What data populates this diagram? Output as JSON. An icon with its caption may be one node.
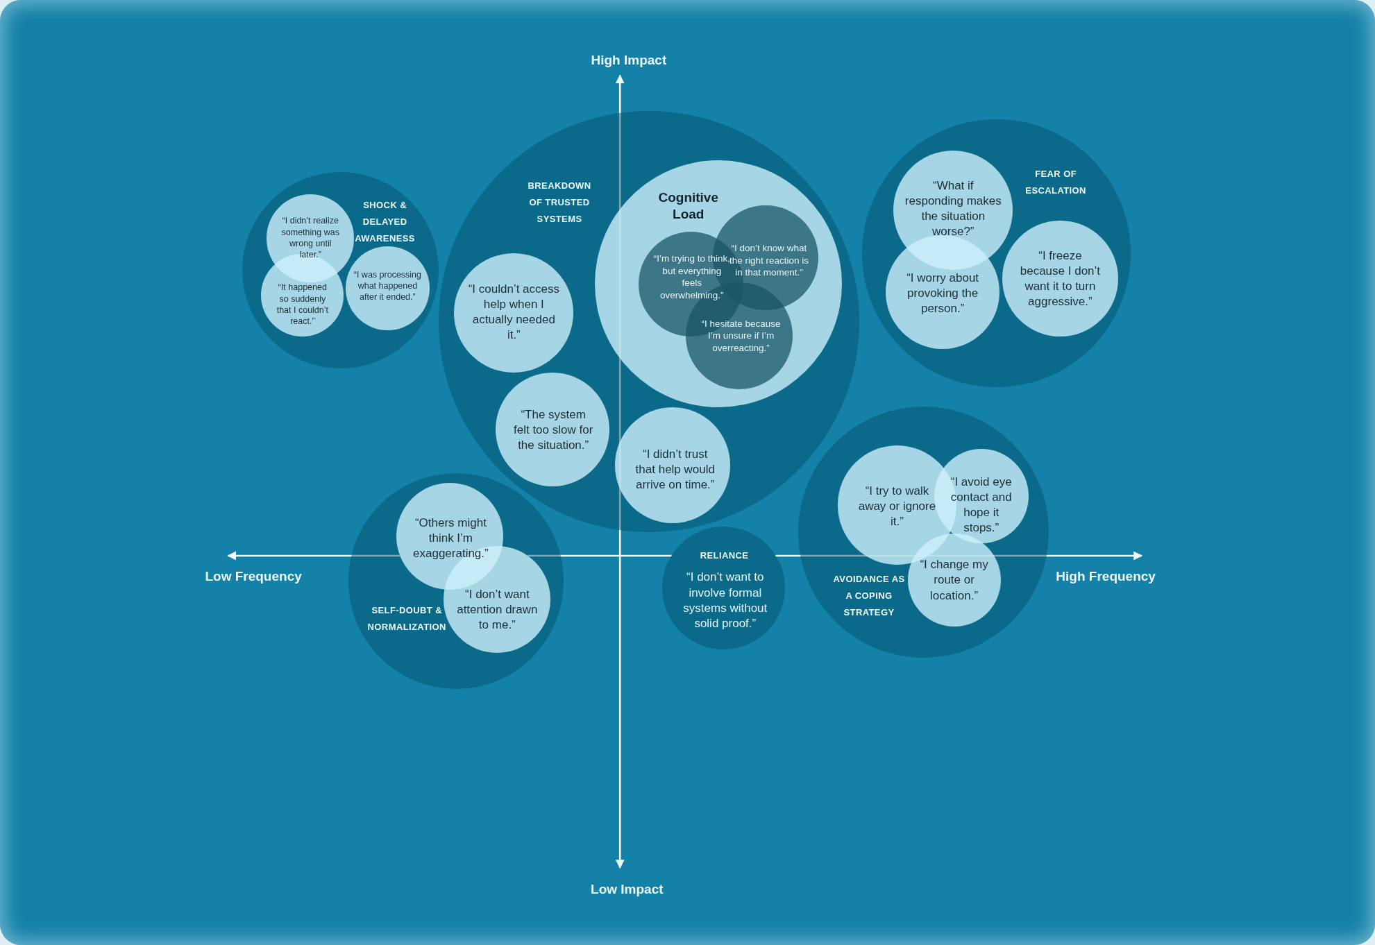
{
  "diagram": {
    "nodes": [
      {
        "text": [
          "SHOCK & DELAYED AWARENESS"
        ]
      },
      {
        "text": [
          "“I didn’t realize something was wrong until later.”"
        ],
        "in": 0
      },
      {
        "text": [
          "“It happened so suddenly that I couldn’t react.”"
        ],
        "in": 0
      },
      {
        "text": [
          "“I was processing what happened after it ended.”"
        ],
        "in": 0
      },
      {
        "text": [
          "BREAKDOWN OF TRUSTED SYSTEMS"
        ]
      },
      {
        "text": [
          "“I couldn’t access help when I actually needed it.”"
        ],
        "in": 4
      },
      {
        "text": [
          "Cognitive Load"
        ],
        "in": 4
      },
      {
        "text": [
          "“I’m trying to think, but everything feels overwhelming.”"
        ],
        "in": 6
      },
      {
        "text": [
          "“I don’t know what the right reaction is in that moment.”"
        ],
        "in": 6
      },
      {
        "text": [
          "“I hesitate because I’m unsure if I’m overreacting.”"
        ],
        "in": 6
      },
      {
        "text": [
          "“The system felt too slow for the situation.”"
        ],
        "in": 4
      },
      {
        "text": [
          "“I didn’t trust that help would arrive on time.”"
        ],
        "in": 4
      },
      {
        "text": [
          "FEAR OF ESCALATION"
        ]
      },
      {
        "text": [
          "“What if responding makes the situation worse?”"
        ],
        "in": 12
      },
      {
        "text": [
          "“I worry about provoking the person.”"
        ],
        "in": 12
      },
      {
        "text": [
          "“I freeze because I don’t want it to turn aggressive.”"
        ],
        "in": 12
      },
      {
        "text": [
          "SELF-DOUBT & NORMALIZATION"
        ]
      },
      {
        "text": [
          "“Others might think I’m exaggerating.”"
        ],
        "in": 16
      },
      {
        "text": [
          "“I don’t want attention drawn to me.”"
        ],
        "in": 16
      },
      {
        "text": [
          "RELIANCE",
          "“I don’t want to involve formal systems without solid proof.”"
        ]
      },
      {
        "text": [
          "AVOIDANCE AS A COPING STRATEGY"
        ]
      },
      {
        "text": [
          "“I try to walk away or ignore it.”"
        ],
        "in": 20
      },
      {
        "text": [
          "“I avoid eye contact and hope it stops.”"
        ],
        "in": 20
      },
      {
        "text": [
          "“I change my route or location.”"
        ],
        "in": 20
      }
    ],
    "labels": [
      "High Impact",
      "Low Frequency",
      "High Frequency",
      "Low Impact"
    ]
  }
}
